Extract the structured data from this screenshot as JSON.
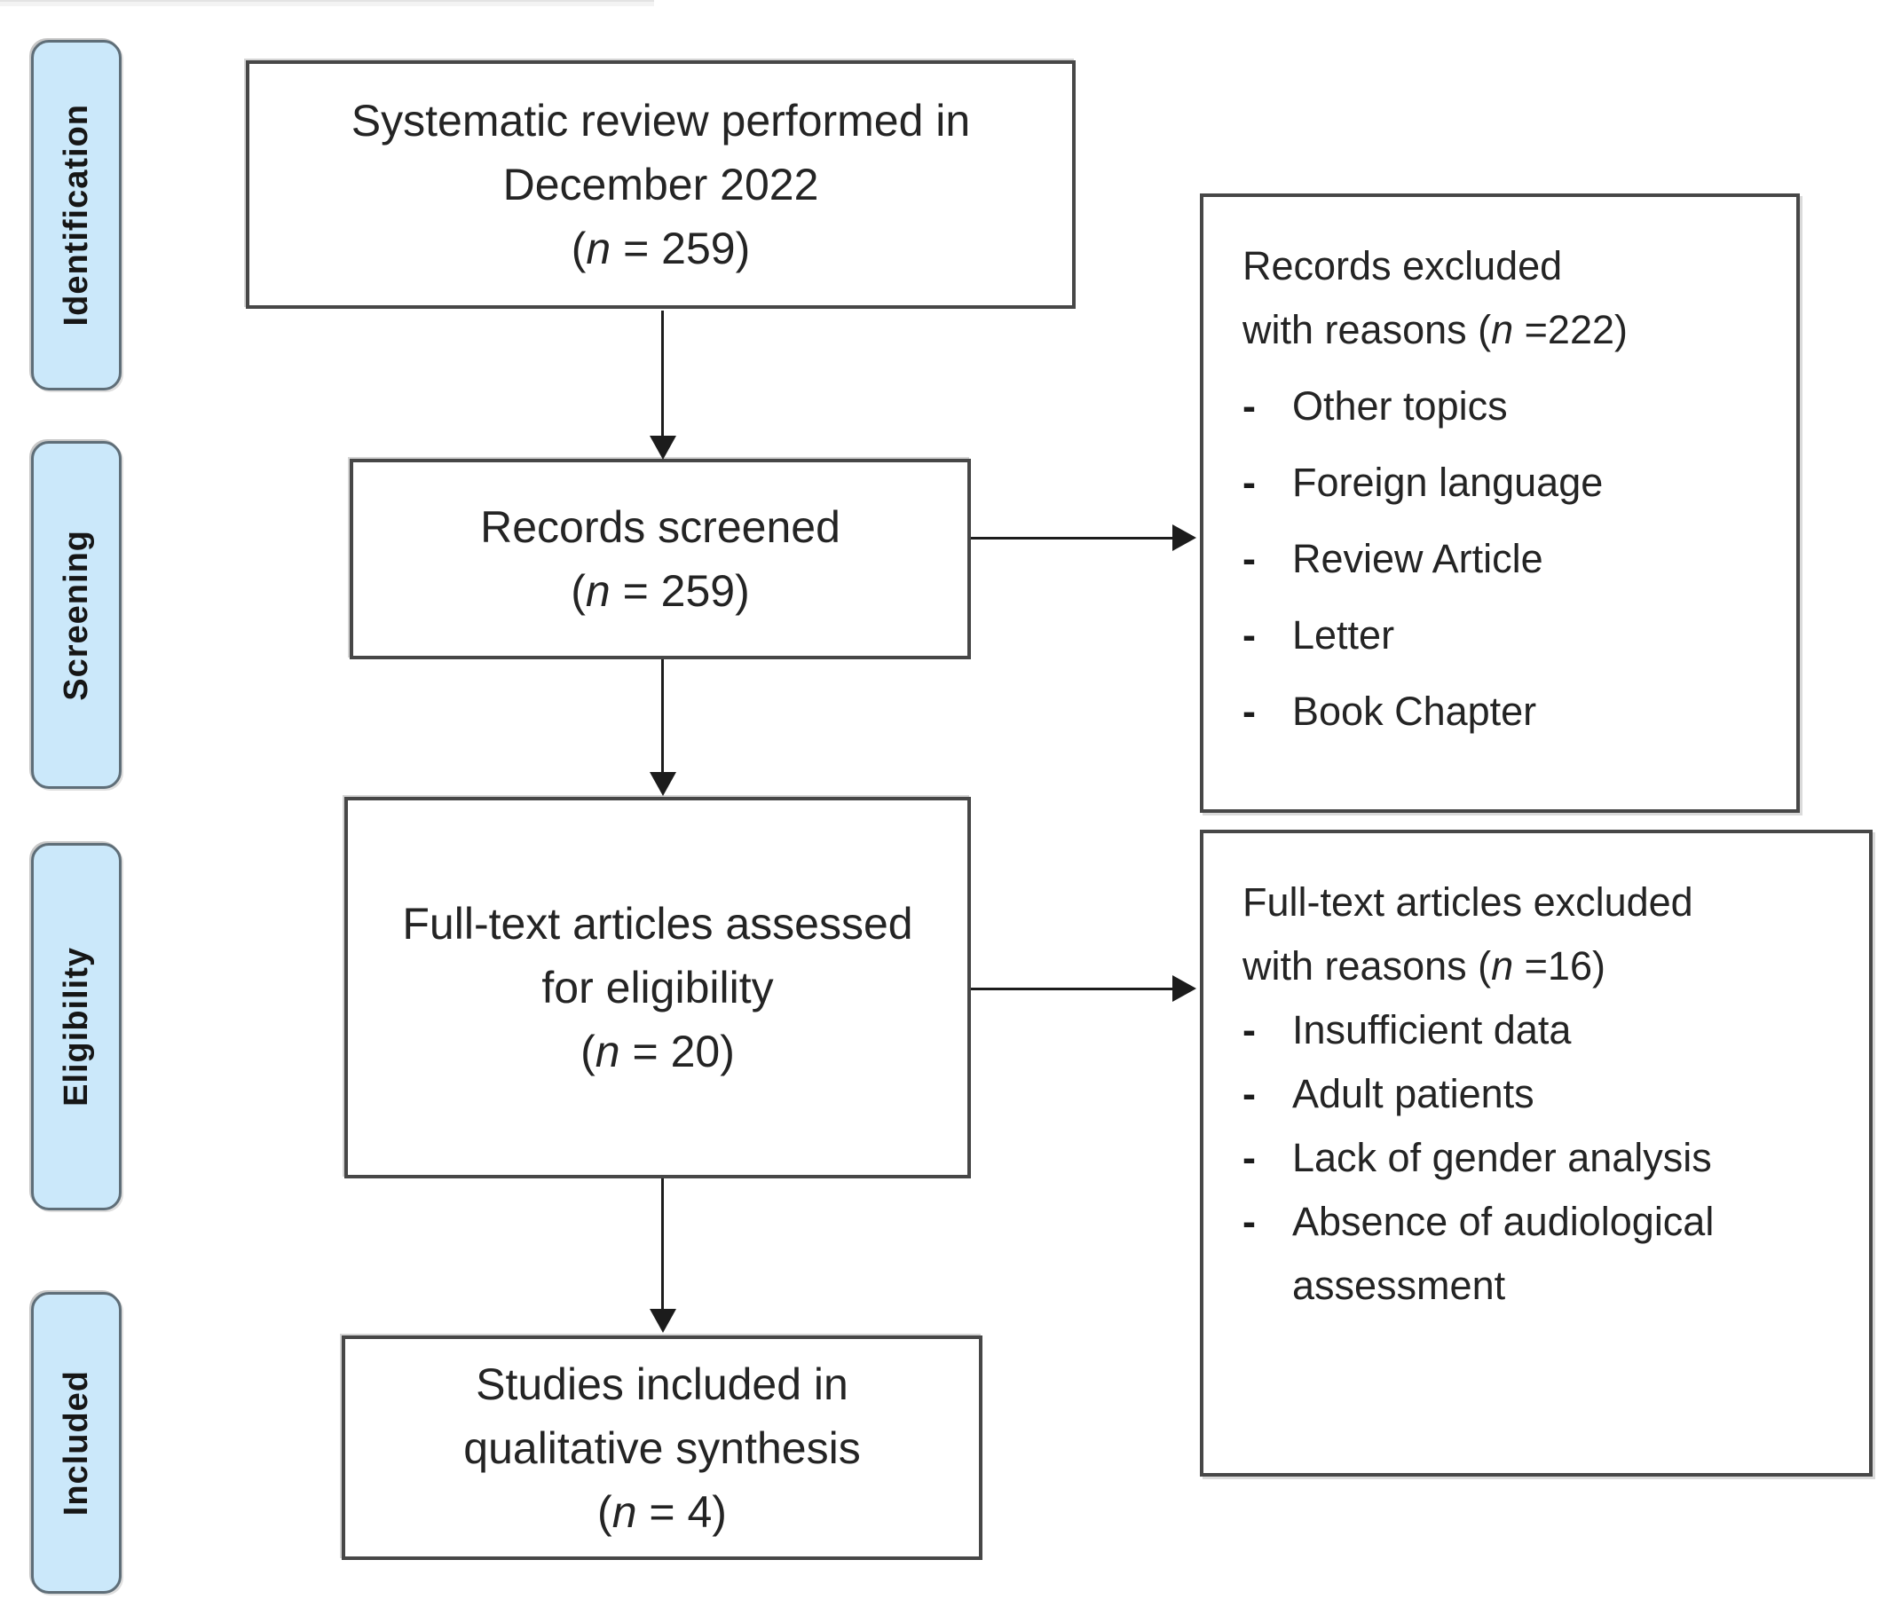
{
  "sidebar": {
    "stages": [
      {
        "label": "Identification"
      },
      {
        "label": "Screening"
      },
      {
        "label": "Eligibility"
      },
      {
        "label": "Included"
      }
    ]
  },
  "flow": {
    "identification_box": {
      "lines": [
        "Systematic review performed in",
        "December 2022",
        "(n = 259)"
      ]
    },
    "screening_box": {
      "lines": [
        "Records screened",
        "(n = 259)"
      ]
    },
    "eligibility_box": {
      "lines": [
        "Full-text articles assessed",
        "for eligibility",
        "(n = 20)"
      ]
    },
    "included_box": {
      "lines": [
        "Studies included in",
        "qualitative synthesis",
        "(n = 4)"
      ]
    }
  },
  "exclusions": {
    "bullet": "-",
    "records_excluded": {
      "title_lines": [
        "Records excluded",
        "with reasons (n =222)"
      ],
      "items": [
        "Other topics",
        "Foreign language",
        "Review Article",
        "Letter",
        "Book Chapter"
      ]
    },
    "fulltext_excluded": {
      "title_lines": [
        "Full-text articles excluded",
        "with reasons (n =16)"
      ],
      "items": [
        "Insufficient data",
        "Adult patients",
        "Lack of gender analysis",
        "Absence of audiological assessment"
      ]
    }
  },
  "colors": {
    "stage_fill": "#cbe8fa",
    "stage_border": "#5f6e78",
    "box_border": "#474747",
    "arrow": "#1c1c1c",
    "text": "#242424"
  }
}
